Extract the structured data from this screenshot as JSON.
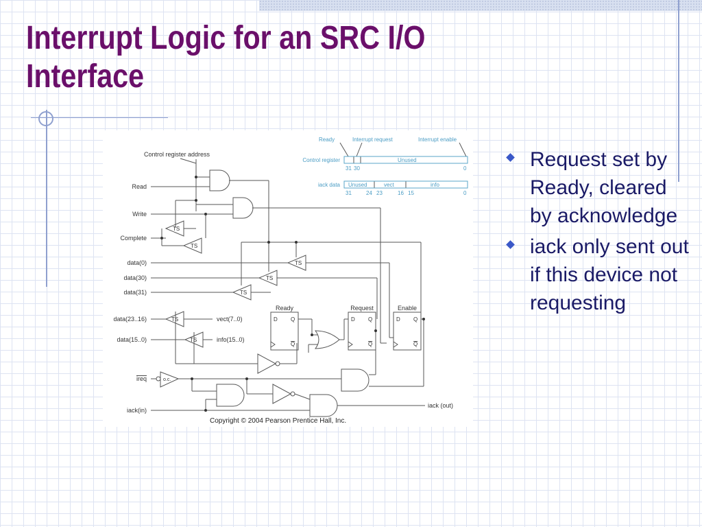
{
  "slide": {
    "title_line1": "Interrupt Logic for an SRC I/O",
    "title_line2": "Interface"
  },
  "bullets": [
    "Request set by Ready, cleared by acknowledge",
    "iack only sent out if this device not requesting"
  ],
  "diagram": {
    "control_register_address": "Control register address",
    "left_signals": [
      "Read",
      "Write",
      "Complete",
      "data(0)",
      "data(30)",
      "data(31)",
      "data(23..16)",
      "data(15..0)",
      "ireq",
      "iack(in)"
    ],
    "ts_label": "TS",
    "oc_label": "o.c.",
    "vect_label": "vect(7..0)",
    "info_label": "info(15..0)",
    "ff_labels": [
      "Ready",
      "Request",
      "Enable"
    ],
    "ff_d": "D",
    "ff_q": "Q",
    "ff_qbar": "Q",
    "iack_out": "iack (out)",
    "copyright": "Copyright © 2004 Pearson Prentice Hall, Inc.",
    "register": {
      "top_labels": [
        "Ready",
        "Interrupt request",
        "Interrupt enable"
      ],
      "control_register_label": "Control register",
      "control_unused": "Unused",
      "control_bits": [
        "31",
        "30",
        "0"
      ],
      "iack_data_label": "iack data",
      "iack_fields": [
        "Unused",
        "vect",
        "info"
      ],
      "iack_bits": [
        "31",
        "24",
        "23",
        "16",
        "15",
        "0"
      ]
    }
  }
}
